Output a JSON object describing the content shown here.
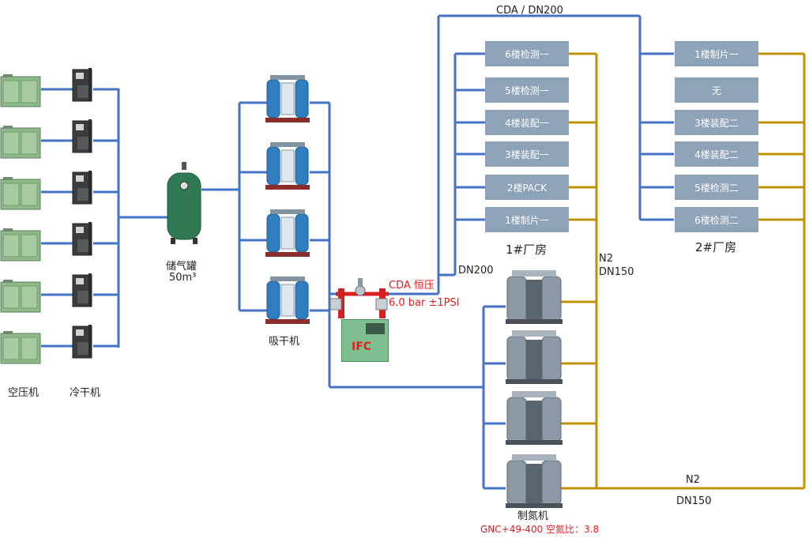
{
  "colors": {
    "cda_pipe": "#4472c4",
    "n2_pipe": "#bf9000",
    "box_fill": "#8ea2b8",
    "note_text": "#e02020"
  },
  "labels": {
    "compressor": "空压机",
    "cooler": "冷干机",
    "tank_name": "储气罐",
    "tank_volume": "50m³",
    "dryer": "吸干机",
    "ifc_unit": "IFC",
    "cda_main": "CDA /  DN200",
    "cda_const": "CDA 恒压",
    "cda_pressure": "6.0 bar ±1PSI",
    "dn200": "DN200",
    "n2_a": "N2",
    "dn150_a": "DN150",
    "n2_b": "N2",
    "dn150_b": "DN150",
    "plant1": "1#厂房",
    "plant2": "2#厂房",
    "nitrogen_gen": "制氮机",
    "n2_spec": "GNC+49-400   空氮比：3.8"
  },
  "plant1_boxes": [
    "6楼检测一",
    "5楼检测一",
    "4楼装配一",
    "3楼装配一",
    "2楼PACK",
    "1楼制片一"
  ],
  "plant2_boxes": [
    "1楼制片一",
    "无",
    "3楼装配二",
    "4楼装配二",
    "5楼检测二",
    "6楼检测二"
  ]
}
